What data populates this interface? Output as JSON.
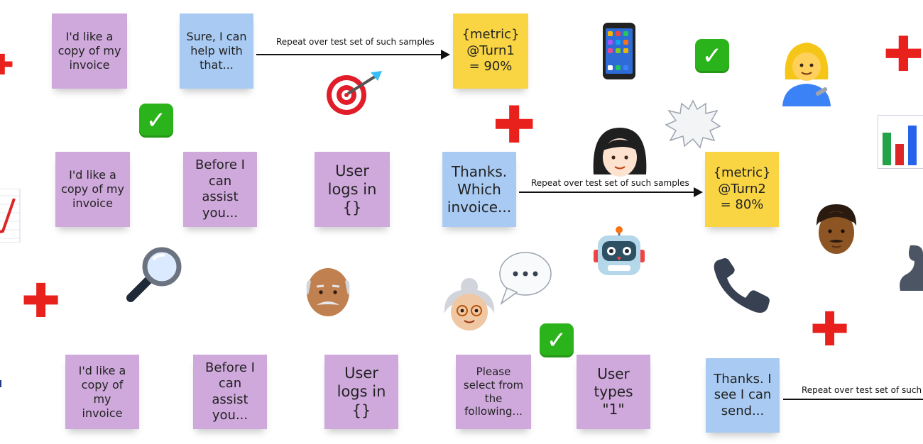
{
  "rows": [
    {
      "notes": [
        {
          "id": "r1n1",
          "color": "purple",
          "lines": [
            "I'd like a",
            "copy of my",
            "invoice"
          ]
        },
        {
          "id": "r1n2",
          "color": "blue",
          "lines": [
            "Sure, I can",
            "help with",
            "that..."
          ]
        },
        {
          "id": "r1n3",
          "color": "yellow",
          "lines": [
            "{metric}",
            "@Turn1",
            "= 90%"
          ]
        }
      ],
      "arrow_label": "Repeat over test set of such samples"
    },
    {
      "notes": [
        {
          "id": "r2n1",
          "color": "purple",
          "lines": [
            "I'd like a",
            "copy of my",
            "invoice"
          ]
        },
        {
          "id": "r2n2",
          "color": "purple",
          "lines": [
            "Before I",
            "can assist",
            "you..."
          ]
        },
        {
          "id": "r2n3",
          "color": "purple",
          "lines": [
            "User",
            "logs in {}"
          ]
        },
        {
          "id": "r2n4",
          "color": "blue",
          "lines": [
            "Thanks.",
            "Which",
            "invoice..."
          ]
        },
        {
          "id": "r2n5",
          "color": "yellow",
          "lines": [
            "{metric}",
            "@Turn2",
            "= 80%"
          ]
        }
      ],
      "arrow_label": "Repeat over test set of such samples"
    },
    {
      "notes": [
        {
          "id": "r3n1",
          "color": "purple",
          "lines": [
            "I'd like a",
            "copy of my",
            "invoice"
          ]
        },
        {
          "id": "r3n2",
          "color": "purple",
          "lines": [
            "Before I",
            "can assist",
            "you..."
          ]
        },
        {
          "id": "r3n3",
          "color": "purple",
          "lines": [
            "User",
            "logs in {}"
          ]
        },
        {
          "id": "r3n4",
          "color": "purple",
          "lines": [
            "Please",
            "select from",
            "the",
            "following..."
          ]
        },
        {
          "id": "r3n5",
          "color": "purple",
          "lines": [
            "User",
            "types",
            "\"1\""
          ]
        },
        {
          "id": "r3n6",
          "color": "blue",
          "lines": [
            "Thanks. I",
            "see I can",
            "send..."
          ]
        }
      ],
      "arrow_label": "Repeat over test set of such s"
    }
  ],
  "icons": {
    "check": "check-mark-button-icon",
    "cross": "cross-mark-icon",
    "phone": "mobile-phone-icon",
    "target": "direct-hit-target-icon",
    "woman_mechanic": "woman-mechanic-icon",
    "woman": "woman-face-icon",
    "speech_bubble": "anger-speech-bubble-icon",
    "bar_chart": "bar-chart-icon",
    "man": "man-face-icon",
    "robot": "robot-icon",
    "telephone_receiver": "telephone-receiver-icon",
    "magnifier": "magnifying-glass-icon",
    "old_man": "old-man-icon",
    "old_woman": "old-woman-icon",
    "thought_bubble": "speech-balloon-icon",
    "trend_chart": "chart-increasing-icon",
    "muscle": "flexed-biceps-icon"
  },
  "colors": {
    "note_purple": "#cfa9dc",
    "note_blue": "#a9cbf3",
    "note_yellow": "#f9d544",
    "check_green": "#2bb31b",
    "cross_red": "#e8211d"
  }
}
